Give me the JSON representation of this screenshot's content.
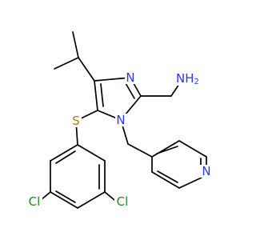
{
  "molecule": {
    "atom_labels": {
      "n_imidazole_upper": "N",
      "n_imidazole_lower": "N",
      "n_amine": "NH",
      "n_amine_subscript": "2",
      "sulfur": "S",
      "n_pyridine": "N",
      "cl_left": "Cl",
      "cl_right": "Cl"
    },
    "colors": {
      "bond": "#000000",
      "nitrogen": "#2b3ae0",
      "sulfur": "#9a8a00",
      "chlorine": "#1f8a1f"
    }
  }
}
